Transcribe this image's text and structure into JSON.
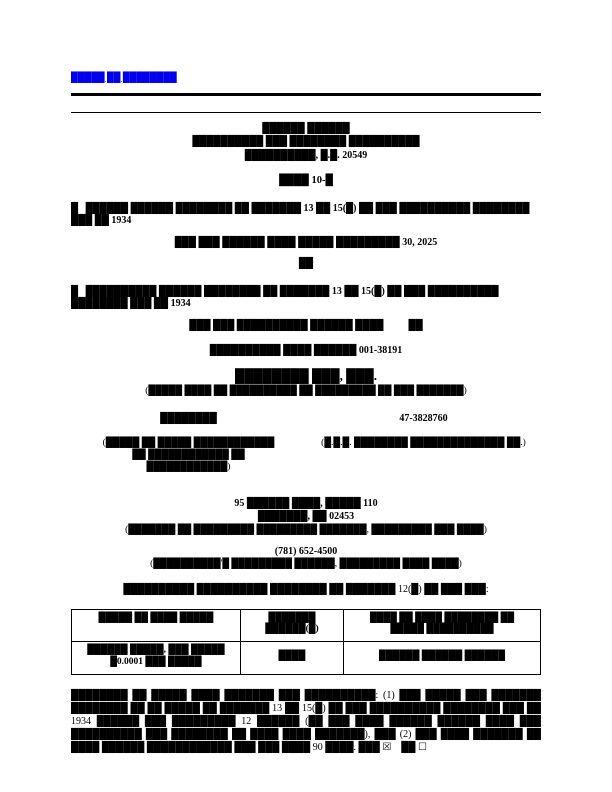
{
  "colors": {
    "link_blue": "#0000ee"
  },
  "top": {
    "link": "█████ ██ ████████"
  },
  "header": {
    "united_states": "██████ ██████",
    "commission": "██████████ ███ ████████ ██████████",
    "washington": "██████████, █.█. 20549",
    "form_title": "████ 10-█"
  },
  "filing": {
    "annual_paragraph": "█   ██████ ██████ ████████ ██ ███████ 13 ██ 15(█) ██ ███ ██████████ ████████ ███ ██ 1934",
    "fiscal_year_line": "███ ███ ██████ ████ █████ █████████ 30, 2025",
    "or_label": "██",
    "transition_paragraph": "█   ██████████ ██████ ████████ ██ ███████ 13 ██ 15(█) ██ ███ ██████████ ████████ ███ ██ 1934",
    "transition_period_line": "███ ███ ██████████ ██████ ████          ██",
    "commission_line": "██████████ ████ ██████ 001-38191"
  },
  "company": {
    "name": "████████ ███, ███.",
    "name_caption": "(█████ ████ ██ ██████████ ██ █████████ ██ ███ ███████)",
    "state": "████████",
    "ein": "47-3828760",
    "state_caption": "(█████ ██ █████ ████████████ ██ ████████████ ██ ████████████)",
    "ein_caption": "(█.█.█. ████████ ██████████████ ██.)",
    "address_line1": "95 ██████ ████, █████ 110",
    "address_line2": "███████, ██ 02453",
    "address_caption": "(███████ ██ █████████ █████████ ███████, █████████ ███ ████)",
    "phone": "(781) 652-4500",
    "phone_caption": "(██████████'█ █████████ ██████, █████████ ████ ████)"
  },
  "securities": {
    "intro": "██████████ ██████████ ████████ ██ ███████ 12(█) ██ ███ ███:",
    "table": {
      "headers": [
        "█████ ██ ████ █████",
        "███████ ██████(█)",
        "████ ██ ████ ████████ ██ █████ ██████████"
      ],
      "row": [
        "██████ █████, ███ █████ █0.0001 ███ █████",
        "████",
        "██████ ██████ ██████"
      ]
    }
  },
  "footer": {
    "paragraph": "████████ ██ █████ ████ ███████ ███ ██████████: (1) ███ █████ ███ ███████ ████████ ██ ██ █████ ██ ███████ 13 ██ 15(█) ██ ███ ██████████ ████████ ███ ██ 1934 ██████ ███ █████████ 12 ██████ (██ ███ ████ ██████ ██████ ████ ███ ██████████ ███ ████████ ██ ████ ████ ███████), ███ (2) ███ ████ ███████ ██ ████ ██████ ████████████ ███ ███ ████ 90 ████. ███ ☒    ██ ☐"
  }
}
